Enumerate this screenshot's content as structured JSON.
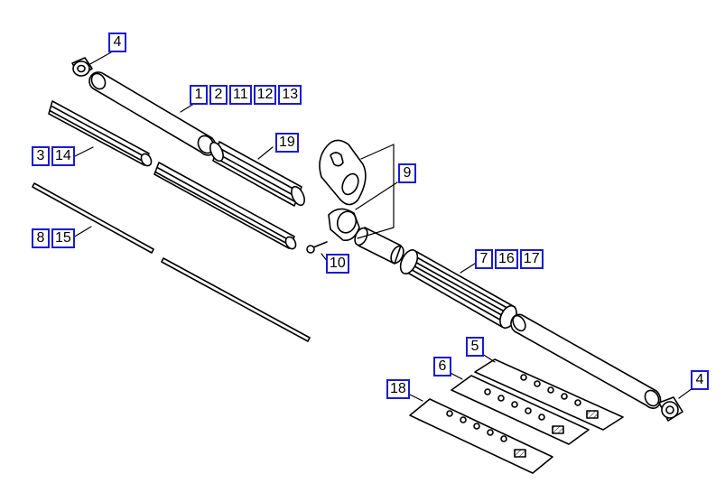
{
  "callouts": {
    "c4_top": [
      "4"
    ],
    "c1": [
      "1",
      "2",
      "11",
      "12",
      "13"
    ],
    "c19": [
      "19"
    ],
    "c3": [
      "3",
      "14"
    ],
    "c9": [
      "9"
    ],
    "c8": [
      "8",
      "15"
    ],
    "c10": [
      "10"
    ],
    "c7": [
      "7",
      "16",
      "17"
    ],
    "c5": [
      "5"
    ],
    "c6": [
      "6"
    ],
    "c4_bottom": [
      "4"
    ],
    "c18": [
      "18"
    ]
  },
  "colors": {
    "callout_border": "#1b1bd1",
    "line": "#000000"
  }
}
